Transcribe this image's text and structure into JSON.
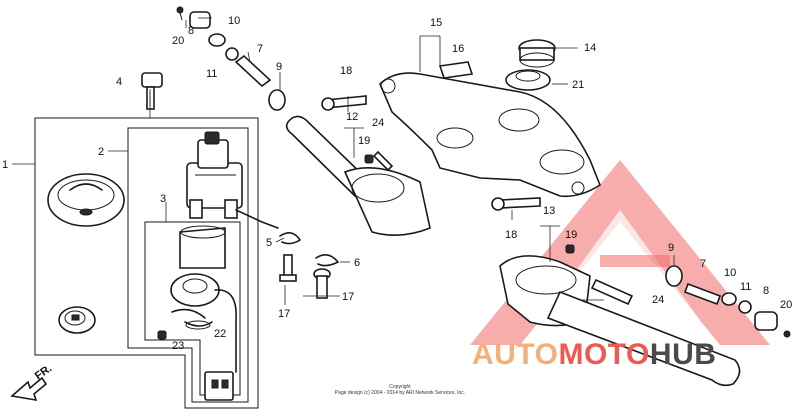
{
  "diagram": {
    "callouts": {
      "c1": "1",
      "c2": "2",
      "c3": "3",
      "c4": "4",
      "c5": "5",
      "c6": "6",
      "c7": "7",
      "c8": "8",
      "c9": "9",
      "c10": "10",
      "c11": "11",
      "c12": "12",
      "c13": "13",
      "c14": "14",
      "c15": "15",
      "c16": "16",
      "c17": "17",
      "c18": "18",
      "c19": "19",
      "c20": "20",
      "c21": "21",
      "c22": "22",
      "c23": "23",
      "c24": "24"
    },
    "direction_label": "FR.",
    "copyright_title": "Copyright",
    "copyright_line": "Page design (c) 2004 - 2014 by ARI Network Services, Inc."
  },
  "watermark": {
    "auto": "AUTO",
    "moto": "MOTO",
    "hub": "HUB",
    "colors": {
      "auto": "#f2b07a",
      "moto": "#ef5a50",
      "hub": "#4a4a4a",
      "logo": "#ef4f4f"
    }
  }
}
